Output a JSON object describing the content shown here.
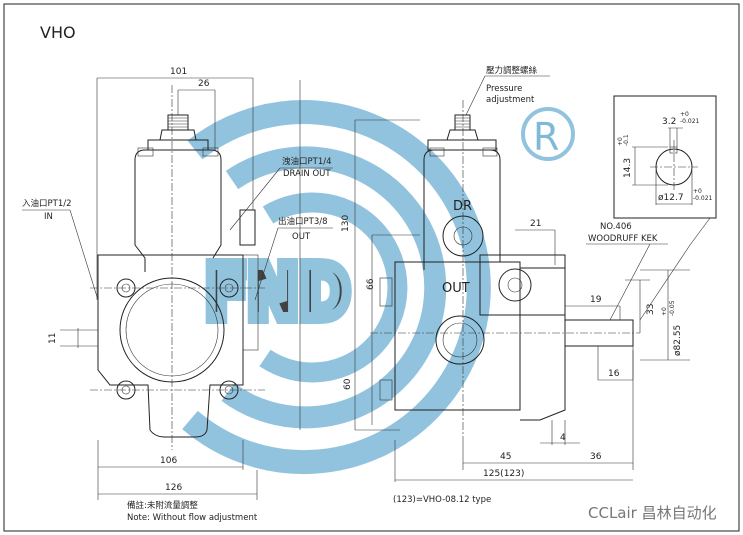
{
  "title": "VHO",
  "watermark": {
    "text": "FND",
    "registered": "®",
    "color": "#7fb9d8"
  },
  "front_view": {
    "dims": {
      "top_width": "101",
      "top_center": "26",
      "height": "130",
      "port_offset": "11",
      "base_inner": "106",
      "base_outer": "126"
    },
    "inlet": {
      "cn": "入油口PT1/2",
      "en": "IN"
    },
    "drain": {
      "cn": "洩油口PT1/4",
      "en": "DRAIN OUT"
    },
    "outlet": {
      "cn": "出油口PT3/8",
      "en": "OUT"
    }
  },
  "side_view": {
    "pressure": {
      "cn": "壓力調整螺絲",
      "en1": "Pressure",
      "en2": "adjustment"
    },
    "dr_label": "DR",
    "out_label": "OUT",
    "dims": {
      "upper": "66",
      "lower": "60",
      "d21": "21",
      "d19": "19",
      "d33": "33",
      "d16": "16",
      "d4": "4",
      "d45": "45",
      "d36": "36",
      "total": "125(123)",
      "pilot": "ø82.55",
      "pilot_tol_top": "+0",
      "pilot_tol_bot": "-0.05"
    }
  },
  "shaft_detail": {
    "key_width": "3.2",
    "key_tol_top": "+0",
    "key_tol_bot": "-0.021",
    "key_height": "14.3",
    "kh_tol_top": "+0",
    "kh_tol_bot": "-0.1",
    "diameter": "ø12.7",
    "d_tol_top": "+0",
    "d_tol_bot": "-0.021",
    "key_no": "NO.406",
    "key_type": "WOODRUFF KEK"
  },
  "notes": {
    "cn": "備註:未附流量調整",
    "en": "Note: Without flow adjustment",
    "type_note": "(123)=VHO-08.12 type"
  },
  "brand": "CCLair 昌林自动化"
}
